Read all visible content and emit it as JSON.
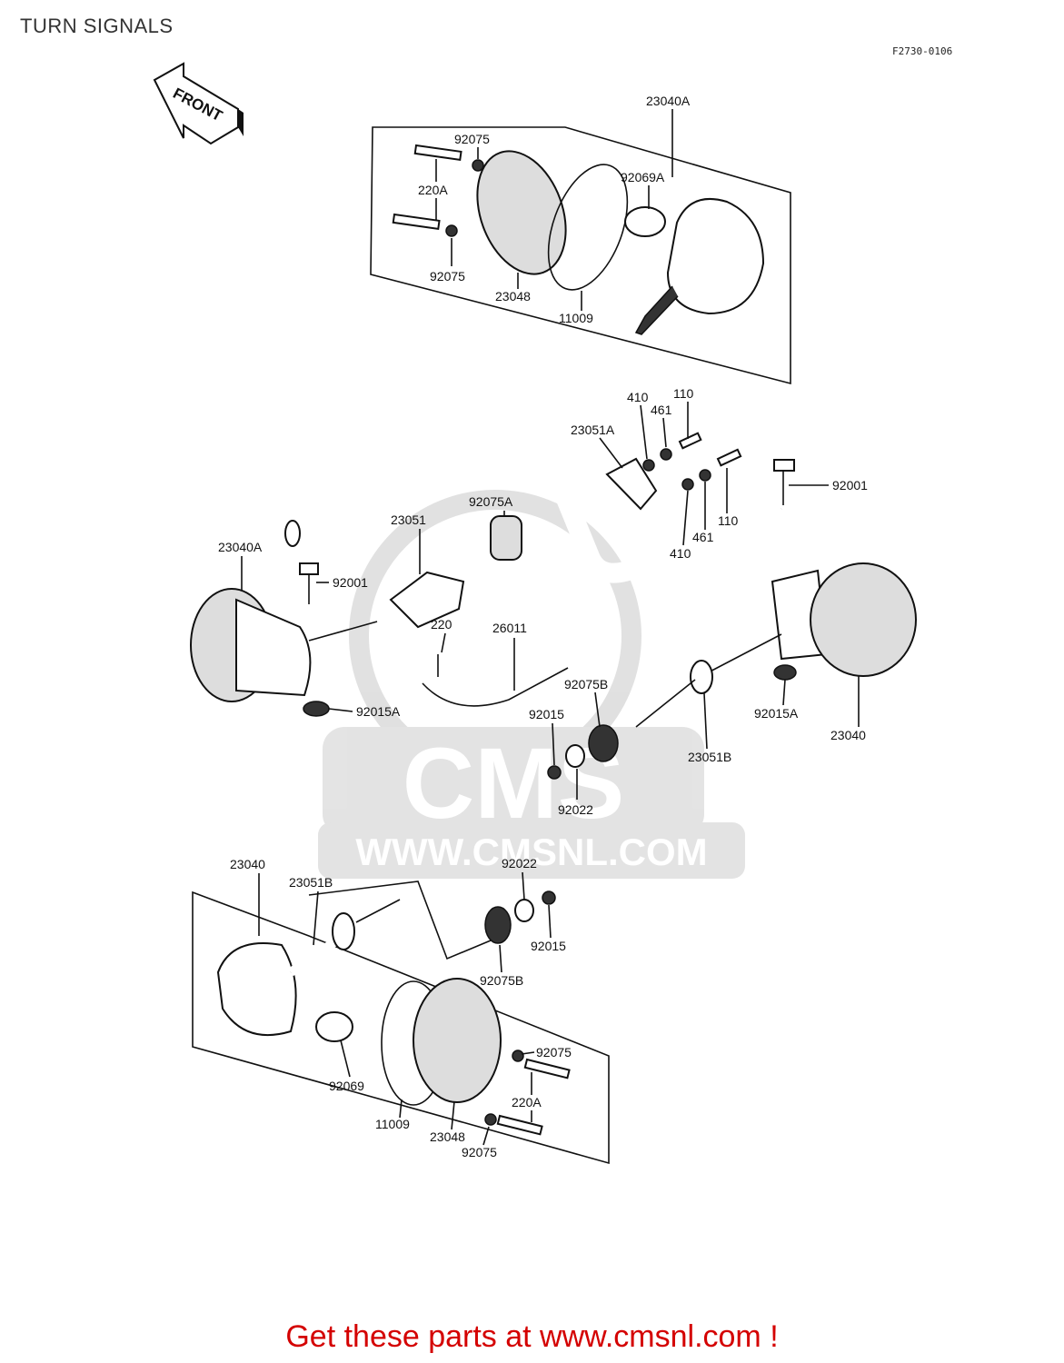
{
  "title": "TURN SIGNALS",
  "drawing_code": "F2730-0106",
  "front_label": "FRONT",
  "watermark": {
    "brand": "CMS",
    "site": "WWW.CMSNL.COM"
  },
  "footer": "Get these parts at www.cmsnl.com !",
  "parts": [
    "23040A",
    "92075",
    "92069A",
    "220A",
    "92075",
    "23048",
    "11009",
    "410",
    "461",
    "110",
    "23051A",
    "92001",
    "110",
    "461",
    "410",
    "92075A",
    "23051",
    "23040A",
    "92001",
    "220",
    "26011",
    "92075B",
    "92015",
    "92015A",
    "23040",
    "23051B",
    "92022",
    "92015A",
    "23040",
    "23051B",
    "92022",
    "92015",
    "92075B",
    "92075",
    "220A",
    "92069",
    "11009",
    "23048",
    "92075"
  ]
}
